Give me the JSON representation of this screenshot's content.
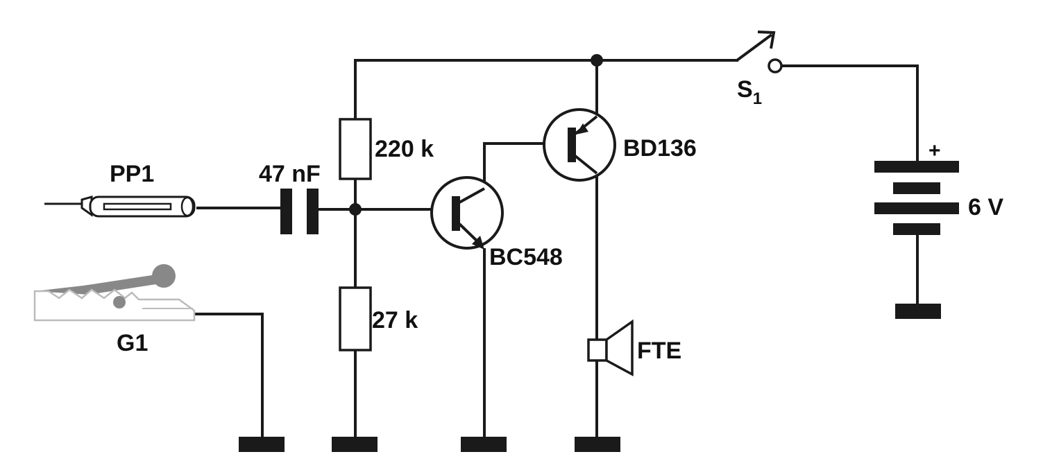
{
  "labels": {
    "probe": "PP1",
    "ground_clip": "G1",
    "capacitor": "47 nF",
    "r_top": "220 k",
    "r_bottom": "27 k",
    "q1": "BC548",
    "q2": "BD136",
    "speaker": "FTE",
    "switch_letter": "S",
    "switch_index": "1",
    "battery_plus": "+",
    "battery_voltage": "6 V"
  },
  "colors": {
    "wire": "#1a1a1a",
    "clip_gray": "#888888",
    "clip_outline": "#bbbbbb"
  }
}
